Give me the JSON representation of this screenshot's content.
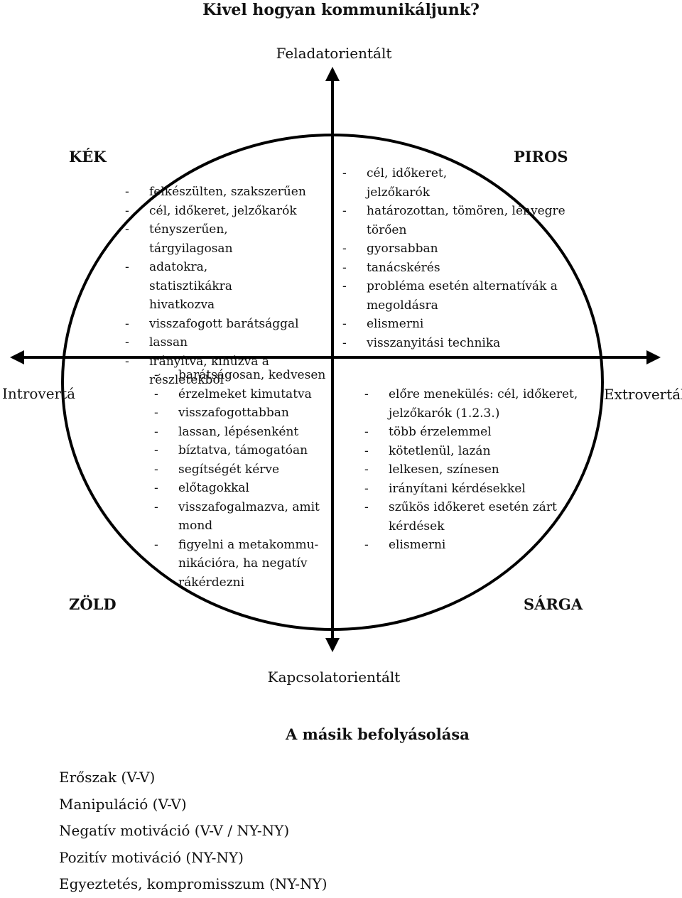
{
  "title": "Kivel hogyan kommunikáljunk?",
  "axes": {
    "top": "Feladatorientált",
    "bottom": "Kapcsolatorientált",
    "left": "Introvertá",
    "right": "Extrovertál"
  },
  "quadrants": {
    "kek": {
      "title": "KÉK",
      "items": [
        "felkészülten, szakszerűen",
        "cél, időkeret, jelzőkarók",
        "tényszerűen, tárgyilagosan",
        "adatokra, statisztikákra hivatkozva",
        "visszafogott barátsággal",
        "lassan",
        "irányítva, kihúzva a részletekből"
      ]
    },
    "piros": {
      "title": "PIROS",
      "items": [
        "cél, időkeret, jelzőkarók",
        "határozottan, tömören, lényegre törően",
        "gyorsabban",
        "tanácskérés",
        "probléma esetén alternatívák a megoldásra",
        "elismerni",
        "visszanyitási technika"
      ]
    },
    "zold": {
      "title": "ZÖLD",
      "items": [
        "barátságosan, kedvesen",
        "érzelmeket kimutatva",
        "visszafogottabban",
        "lassan, lépésenként",
        "bíztatva, támogatóan",
        "segítségét kérve",
        "előtagokkal",
        "visszafogalmazva, amit mond",
        "figyelni a metakommu-nikációra, ha negatív rákérdezni"
      ]
    },
    "sarga": {
      "title": "SÁRGA",
      "items": [
        "előre menekülés: cél, időkeret, jelzőkarók (1.2.3.)",
        "több érzelemmel",
        "kötetlenül, lazán",
        "lelkesen, színesen",
        "irányítani kérdésekkel",
        "szűkös időkeret esetén zárt kérdések",
        "elismerni"
      ]
    }
  },
  "influence": {
    "title": "A másik befolyásolása",
    "items": [
      "Erőszak (V-V)",
      "Manipuláció (V-V)",
      "Negatív motiváció (V-V / NY-NY)",
      "Pozitív motiváció (NY-NY)",
      "Egyeztetés, kompromisszum (NY-NY)"
    ]
  }
}
